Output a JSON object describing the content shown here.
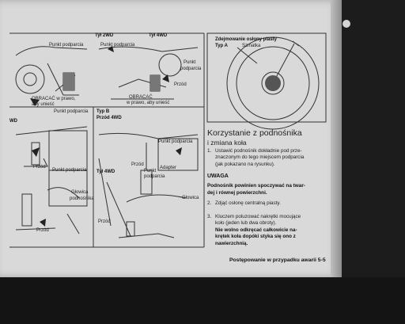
{
  "labels": {
    "tyl_2wd": "Tył 2WD",
    "tyl_4wd": "Tył 4WD",
    "punkt_podparcia": "Punkt podparcia",
    "punkt": "Punkt",
    "podparcia": "podparcia",
    "przod": "Przód",
    "obracac_left_1": "OBRACAĆ w prawo,",
    "obracac_left_2": "aby unieść",
    "obracac_mid_1": "OBRACAĆ",
    "obracac_mid_2": "w prawo, aby unieść",
    "typ_b": "Typ B",
    "przod_4wd": "Przód 4WD",
    "typ_4wd": "Tył 4WD",
    "adapter": "Adapter",
    "glowica": "Głowica",
    "glowica_podnosnika_1": "Głowica",
    "glowica_podnosnika_2": "podnośnika",
    "wd_left": "WD",
    "cover_title_1": "Zdejmowanie osłony piasty",
    "cover_title_2": "Typ A",
    "smatka": "Szmatka"
  },
  "section": {
    "heading": "Korzystanie z podnośnika",
    "subheading": "i zmiana koła"
  },
  "steps": {
    "s1_num": "1.",
    "s1_l1": "Ustawić podnośnik dokładnie pod prze-",
    "s1_l2": "znaczonym do tego miejscem podparcia",
    "s1_l3": "(jak pokazano na rysunku).",
    "s2_num": "2.",
    "s2_l1": "Zdjąć osłonę centralną piasty.",
    "s3_num": "3.",
    "s3_l1": "Kluczem poluzować nakrętki mocujące",
    "s3_l2": "koło (jeden lub dwa obroty).",
    "s3_l3": "Nie wolno odkręcać całkowicie na-",
    "s3_l4": "krętek koła dopóki styka się ono z",
    "s3_l5": "nawierzchnią."
  },
  "warning": {
    "title": "UWAGA",
    "line1": "Podnośnik powinien spoczywać na twar-",
    "line2": "dej i równej powierzchni."
  },
  "footer": {
    "text": "Postępowanie w przypadku awarii 5-5"
  }
}
